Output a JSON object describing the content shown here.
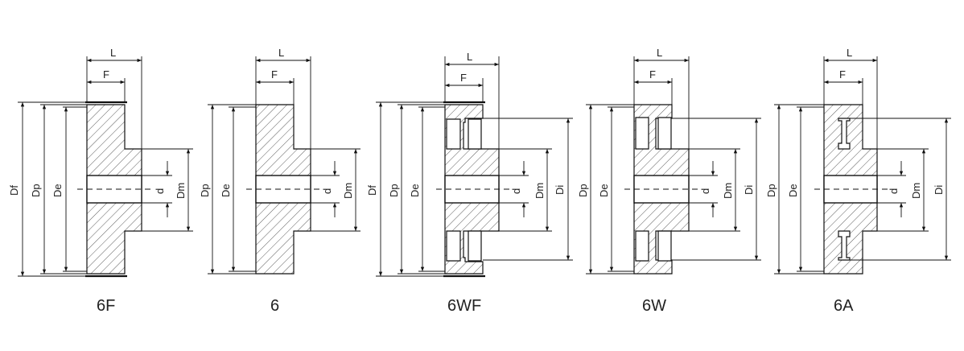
{
  "figures": [
    {
      "caption": "6F",
      "labels": {
        "L": "L",
        "F": "F",
        "d": "d",
        "Dm": "Dm",
        "Df": "Df",
        "Dp": "Dp",
        "De": "De"
      }
    },
    {
      "caption": "6",
      "labels": {
        "L": "L",
        "F": "F",
        "d": "d",
        "Dm": "Dm",
        "Dp": "Dp",
        "De": "De"
      }
    },
    {
      "caption": "6WF",
      "labels": {
        "L": "L",
        "F": "F",
        "d": "d",
        "Dm": "Dm",
        "Di": "Di",
        "Df": "Df",
        "Dp": "Dp",
        "De": "De"
      }
    },
    {
      "caption": "6W",
      "labels": {
        "L": "L",
        "F": "F",
        "d": "d",
        "Dm": "Dm",
        "Di": "Di",
        "Dp": "Dp",
        "De": "De"
      }
    },
    {
      "caption": "6A",
      "labels": {
        "L": "L",
        "F": "F",
        "d": "d",
        "Dm": "Dm",
        "Di": "Di",
        "Dp": "Dp",
        "De": "De"
      }
    }
  ]
}
